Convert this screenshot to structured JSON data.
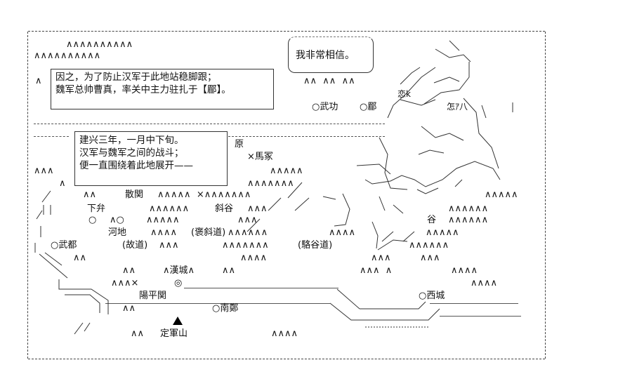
{
  "scene": {
    "mountains": "∧∧∧∧∧∧∧∧∧∧",
    "mountains_short": "∧∧∧∧",
    "mountains_mid": "∧∧∧∧∧∧",
    "mountains_pair": "∧∧"
  },
  "boxes": {
    "narration_top": {
      "line1": "因之，为了防止汉军于此地站稳脚跟；",
      "line2": "魏军总帅曹真，率关中主力驻扎于【郿】。"
    },
    "narration_mid": {
      "line1": "建兴三年，一月中下旬。",
      "line2": "汉军与魏军之间的战斗；",
      "line3": "便一直围绕着此地展开——"
    },
    "speech": {
      "text": "我非常相信。"
    }
  },
  "places": {
    "wugong": "○武功",
    "mei": "○郿",
    "yuan": "原",
    "majia": "×馬冢",
    "sanguan": "散関",
    "xiabian": "下弁",
    "xiegu": "斜谷",
    "hedi": "河地",
    "baoxiedao": "(褒斜道)",
    "wudu": "○武都",
    "gudao": "(故道)",
    "luogudao": "(駱谷道)",
    "hancheng": "漢城",
    "yangpingguan": "陽平関",
    "nanzheng": "○南鄭",
    "xicheng": "○西城",
    "dingjunshan": "定軍山",
    "gu": "谷",
    "circle_a": "○",
    "circle_b": "∧○",
    "double_circle": "◎",
    "cross": "×"
  },
  "figure": {
    "label": "恋k",
    "label2": "怎ｱ八"
  }
}
